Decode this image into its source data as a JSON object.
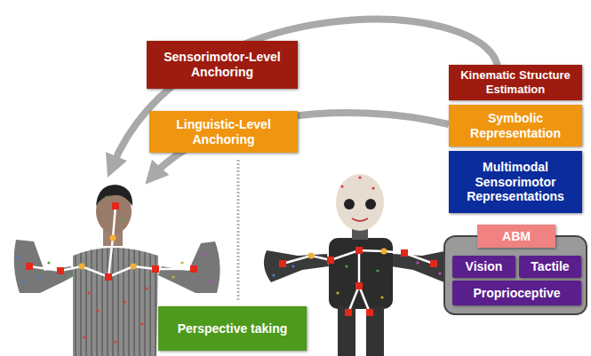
{
  "diagram": {
    "nodes": [
      {
        "text": [
          "Sensorimotor-Level Anchoring"
        ]
      },
      {
        "text": [
          "Kinematic Structure Estimation"
        ]
      },
      {
        "text": [
          "Linguistic-Level Anchoring"
        ]
      },
      {
        "text": [
          "Symbolic Representation"
        ]
      },
      {
        "text": [
          "Multimodal Sensorimotor Representations"
        ]
      },
      {
        "text": [
          "ABM"
        ]
      },
      {
        "text": [
          "Vision"
        ]
      },
      {
        "text": [
          "Tactile"
        ]
      },
      {
        "text": [
          "Proprioceptive"
        ]
      },
      {
        "text": [
          "Perspective taking"
        ]
      }
    ]
  }
}
